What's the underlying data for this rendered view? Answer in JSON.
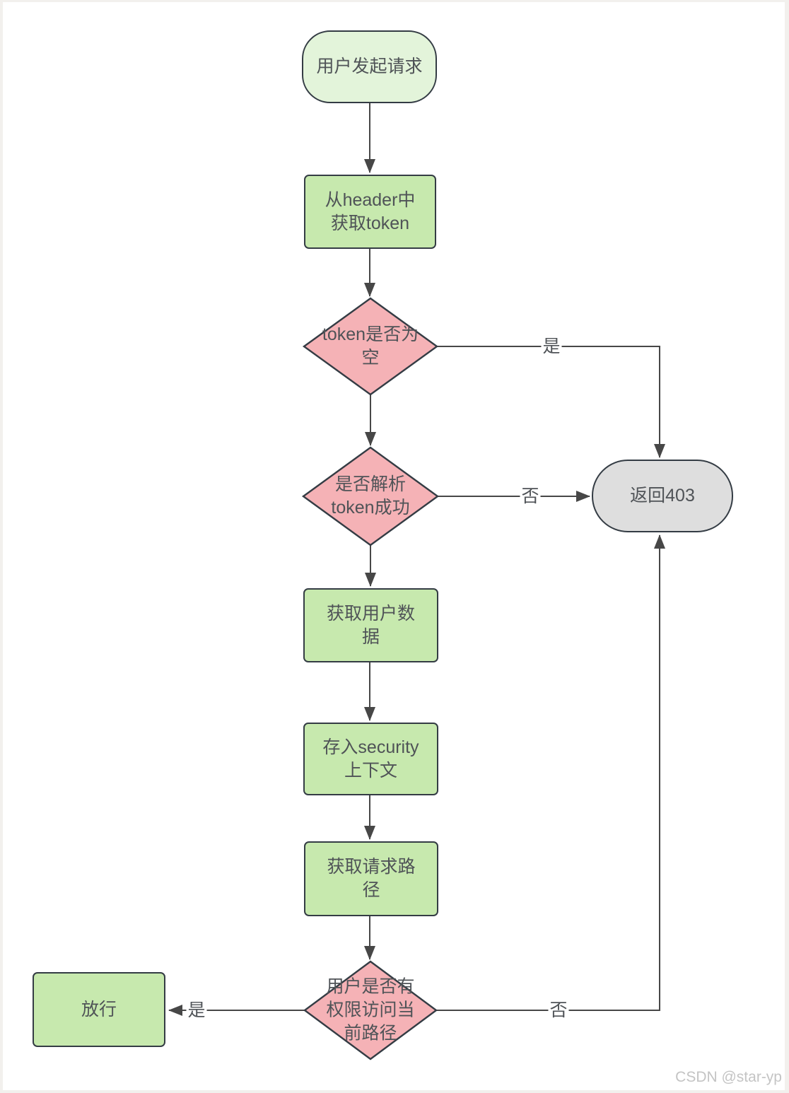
{
  "colors": {
    "page-bg": "#F2F0ED",
    "canvas-bg": "#FFFFFF",
    "node-border": "#343C44",
    "line": "#474747",
    "text": "#4F5357",
    "green-light": "#E3F4DA",
    "green": "#C7E9AE",
    "pink": "#F5B2B6",
    "gray": "#DEDEDE",
    "label-bg": "#FFFFFF",
    "watermark": "#C4C4C4"
  },
  "diagram": {
    "nodes": {
      "start": {
        "label": "用户发起请求"
      },
      "get_token": {
        "label": "从header中\n获取token"
      },
      "token_empty": {
        "label": "token是否为\n空"
      },
      "parse_token": {
        "label": "是否解析\ntoken成功"
      },
      "return_403": {
        "label": "返回403"
      },
      "get_user_data": {
        "label": "获取用户数\n据"
      },
      "store_security": {
        "label": "存入security\n上下文"
      },
      "get_request_path": {
        "label": "获取请求路\n径"
      },
      "check_permission": {
        "label": "用户是否有\n权限访问当\n前路径"
      },
      "allow": {
        "label": "放行"
      }
    },
    "edge_labels": {
      "token_empty_yes": "是",
      "parse_token_no": "否",
      "permission_yes": "是",
      "permission_no": "否"
    }
  },
  "watermark": "CSDN @star-yp"
}
